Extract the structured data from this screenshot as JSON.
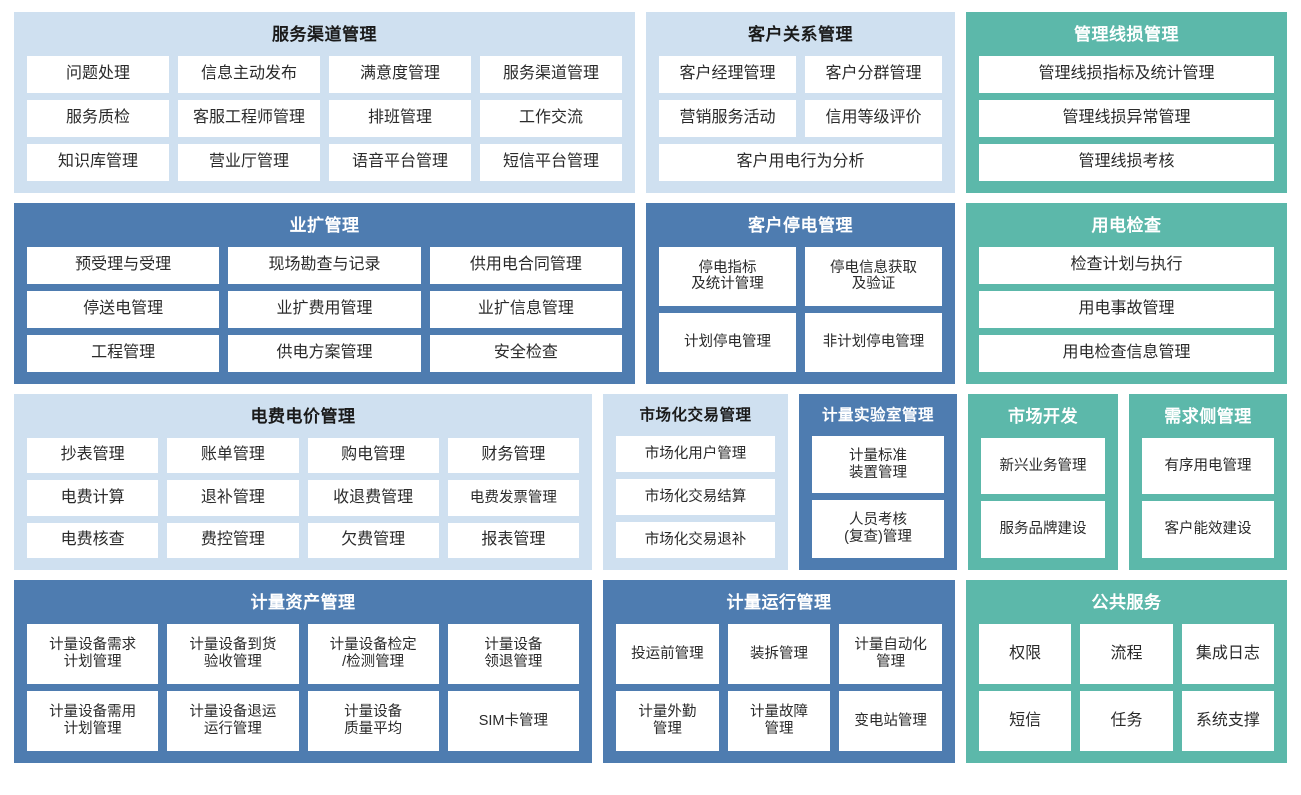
{
  "theme": {
    "light_blue": "#cfe0f0",
    "blue": "#4e7cb0",
    "green": "#5cb8aa",
    "tile_bg": "#ffffff",
    "page_bg": "#ffffff"
  },
  "rows": [
    {
      "id": "row-1",
      "panels": [
        {
          "id": "p-service",
          "title": "服务渠道管理",
          "color": "light_blue",
          "tiles": [
            "问题处理",
            "信息主动发布",
            "满意度管理",
            "服务渠道管理",
            "服务质检",
            "客服工程师管理",
            "排班管理",
            "工作交流",
            "知识库管理",
            "营业厅管理",
            "语音平台管理",
            "短信平台管理"
          ]
        },
        {
          "id": "p-crm",
          "title": "客户关系管理",
          "color": "light_blue",
          "tiles": [
            "客户经理管理",
            "客户分群管理",
            "营销服务活动",
            "信用等级评价",
            "客户用电行为分析"
          ]
        },
        {
          "id": "p-loss",
          "title": "管理线损管理",
          "color": "green",
          "tiles": [
            "管理线损指标及统计管理",
            "管理线损异常管理",
            "管理线损考核"
          ]
        }
      ]
    },
    {
      "id": "row-2",
      "panels": [
        {
          "id": "p-expand",
          "title": "业扩管理",
          "color": "blue",
          "tiles": [
            "预受理与受理",
            "现场勘查与记录",
            "供用电合同管理",
            "停送电管理",
            "业扩费用管理",
            "业扩信息管理",
            "工程管理",
            "供电方案管理",
            "安全检查"
          ]
        },
        {
          "id": "p-outage",
          "title": "客户停电管理",
          "color": "blue",
          "tiles": [
            "停电指标\n及统计管理",
            "停电信息获取\n及验证",
            "计划停电管理",
            "非计划停电管理"
          ]
        },
        {
          "id": "p-inspect",
          "title": "用电检查",
          "color": "green",
          "tiles": [
            "检查计划与执行",
            "用电事故管理",
            "用电检查信息管理"
          ]
        }
      ]
    },
    {
      "id": "row-3",
      "panels": [
        {
          "id": "p-tariff",
          "title": "电费电价管理",
          "color": "light_blue",
          "tiles": [
            "抄表管理",
            "账单管理",
            "购电管理",
            "财务管理",
            "电费计算",
            "退补管理",
            "收退费管理",
            "电费发票管理",
            "电费核查",
            "费控管理",
            "欠费管理",
            "报表管理"
          ]
        },
        {
          "id": "p-market",
          "title": "市场化交易管理",
          "color": "light_blue",
          "tiles": [
            "市场化用户管理",
            "市场化交易结算",
            "市场化交易退补"
          ]
        },
        {
          "id": "p-lab",
          "title": "计量实验室管理",
          "color": "blue",
          "tiles": [
            "计量标准\n装置管理",
            "人员考核\n(复查)管理"
          ]
        },
        {
          "id": "p-dev",
          "title": "市场开发",
          "color": "green",
          "tiles": [
            "新兴业务管理",
            "服务品牌建设"
          ]
        },
        {
          "id": "p-demand",
          "title": "需求侧管理",
          "color": "green",
          "tiles": [
            "有序用电管理",
            "客户能效建设"
          ]
        }
      ]
    },
    {
      "id": "row-4",
      "panels": [
        {
          "id": "p-asset",
          "title": "计量资产管理",
          "color": "blue",
          "tiles": [
            "计量设备需求\n计划管理",
            "计量设备到货\n验收管理",
            "计量设备检定\n/检测管理",
            "计量设备\n领退管理",
            "计量设备需用\n计划管理",
            "计量设备退运\n运行管理",
            "计量设备\n质量平均",
            "SIM卡管理"
          ]
        },
        {
          "id": "p-opera",
          "title": "计量运行管理",
          "color": "blue",
          "tiles": [
            "投运前管理",
            "装拆管理",
            "计量自动化\n管理",
            "计量外勤\n管理",
            "计量故障\n管理",
            "变电站管理"
          ]
        },
        {
          "id": "p-public",
          "title": "公共服务",
          "color": "green",
          "tiles": [
            "权限",
            "流程",
            "集成日志",
            "短信",
            "任务",
            "系统支撑"
          ]
        }
      ]
    }
  ]
}
